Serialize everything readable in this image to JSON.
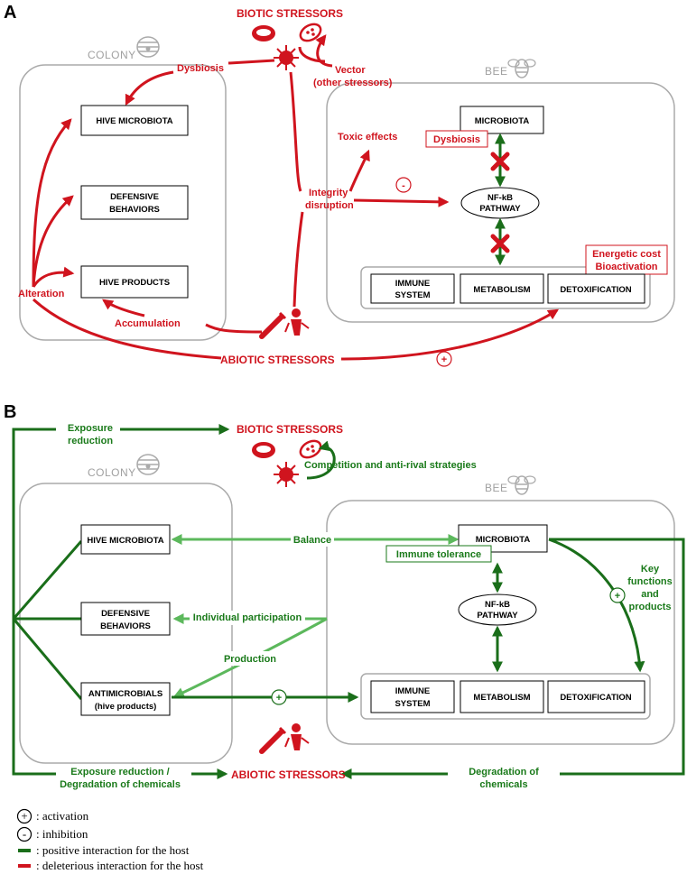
{
  "panelA": {
    "letter": "A",
    "colony": "COLONY",
    "bee": "BEE",
    "biotic": "BIOTIC STRESSORS",
    "abiotic": "ABIOTIC STRESSORS",
    "vector1": "Vector",
    "vector2": "(other stressors)",
    "dysbiosis": "Dysbiosis",
    "hive_microbiota": "HIVE MICROBIOTA",
    "defensive1": "DEFENSIVE",
    "defensive2": "BEHAVIORS",
    "hive_products": "HIVE PRODUCTS",
    "alteration": "Alteration",
    "accumulation": "Accumulation",
    "toxic_effects": "Toxic effects",
    "integrity1": "Integrity",
    "integrity2": "disruption",
    "minus": "-",
    "plus": "+",
    "microbiota": "MICROBIOTA",
    "dysbiosis_box": "Dysbiosis",
    "nfkb1": "NF-kB",
    "nfkb2": "PATHWAY",
    "energetic1": "Energetic cost",
    "energetic2": "Bioactivation",
    "immune1": "IMMUNE",
    "immune2": "SYSTEM",
    "metabolism": "METABOLISM",
    "detox": "DETOXIFICATION"
  },
  "panelB": {
    "letter": "B",
    "colony": "COLONY",
    "bee": "BEE",
    "biotic": "BIOTIC STRESSORS",
    "abiotic": "ABIOTIC STRESSORS",
    "exposure1": "Exposure",
    "exposure2": "reduction",
    "competition": "Competition and anti-rival strategies",
    "hive_microbiota": "HIVE MICROBIOTA",
    "balance": "Balance",
    "microbiota": "MICROBIOTA",
    "immune_tolerance": "Immune tolerance",
    "defensive1": "DEFENSIVE",
    "defensive2": "BEHAVIORS",
    "individual": "Individual participation",
    "production": "Production",
    "antimicrobials1": "ANTIMICROBIALS",
    "antimicrobials2": "(hive products)",
    "plus": "+",
    "nfkb1": "NF-kB",
    "nfkb2": "PATHWAY",
    "key1": "Key",
    "key2": "functions",
    "key3": "and",
    "key4": "products",
    "immune1": "IMMUNE",
    "immune2": "SYSTEM",
    "metabolism": "METABOLISM",
    "detox": "DETOXIFICATION",
    "exp_red1": "Exposure reduction /",
    "exp_red2": "Degradation of chemicals",
    "degradation1": "Degradation of",
    "degradation2": "chemicals"
  },
  "legend": {
    "plus": "+",
    "minus": "-",
    "activation": ": activation",
    "inhibition": ": inhibition",
    "positive": ": positive interaction for the host",
    "deleterious": ": deleterious interaction for the host"
  },
  "colors": {
    "red": "#d0141e",
    "green_dark": "#1a6e1a",
    "green_light": "#5cb85c",
    "grey": "#aaaaaa"
  }
}
